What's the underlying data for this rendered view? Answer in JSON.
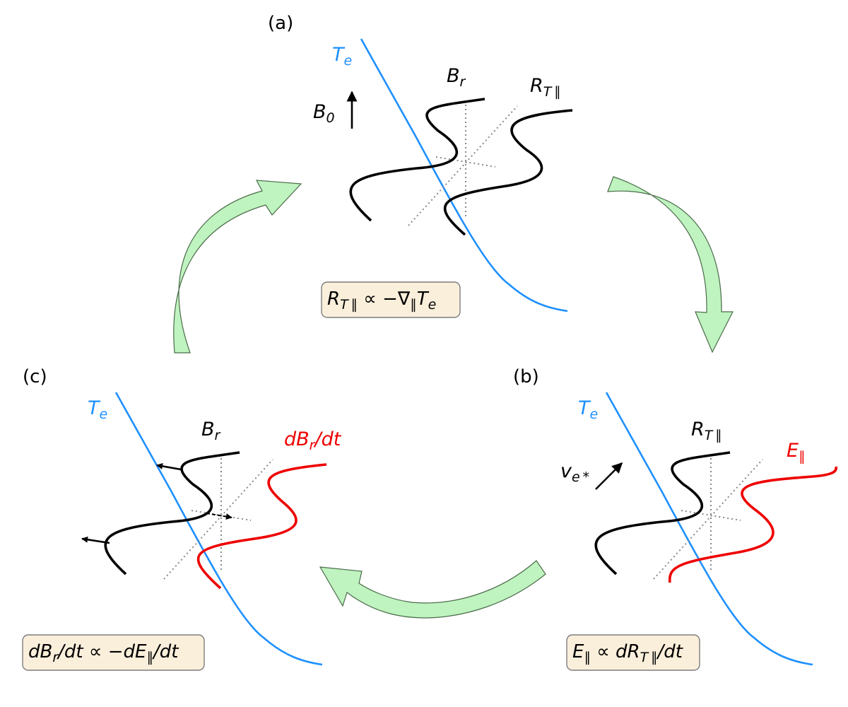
{
  "colors": {
    "te": "#1e90ff",
    "wave_black": "#000000",
    "wave_red": "#ee0000",
    "cycle_arrow_fill": "#bff3bf",
    "formula_box_fill": "#faefdb"
  },
  "panel_a": {
    "tag": "(a)",
    "te_label": "T",
    "te_sub": "e",
    "b0_label": "B",
    "b0_sub": "0",
    "br_label": "B",
    "br_sub": "r",
    "rt_label": "R",
    "rt_sub": "T ∥",
    "formula": {
      "r": "R",
      "r_sub": "T ∥",
      "mid": " ∝ −∇",
      "par_sub": "∥",
      "t": "T",
      "t_sub": "e"
    }
  },
  "panel_b": {
    "tag": "(b)",
    "te_label": "T",
    "te_sub": "e",
    "ve_label": "v",
    "ve_sub": "e *",
    "rt_label": "R",
    "rt_sub": "T ∥",
    "epar_label": "E",
    "epar_sub": "∥",
    "formula": {
      "e": "E",
      "e_sub": "∥",
      "mid": " ∝ dR",
      "r_sub": "T ∥",
      "tail": "/dt"
    }
  },
  "panel_c": {
    "tag": "(c)",
    "te_label": "T",
    "te_sub": "e",
    "br_label": "B",
    "br_sub": "r",
    "dbr_label": "dB",
    "dbr_sub": "r",
    "dbr_tail": "/dt",
    "formula": {
      "head": "dB",
      "head_sub": "r",
      "mid": "/dt ∝ −dE",
      "e_sub": "∥",
      "tail": "/dt"
    }
  }
}
